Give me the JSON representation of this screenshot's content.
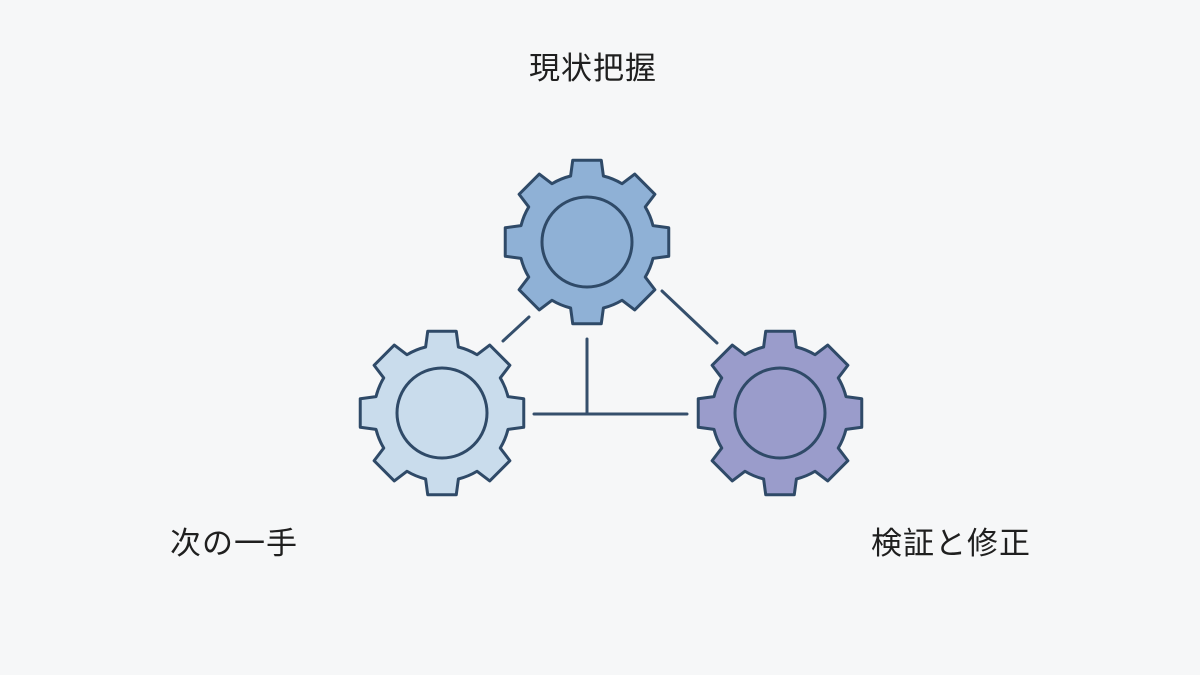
{
  "labels": {
    "top": "現状把握",
    "left": "次の一手",
    "right": "検証と修正"
  },
  "colors": {
    "background": "#f6f7f8",
    "stroke": "#2f4a68",
    "connector": "#354f6c",
    "gear_top": "#8fb1d6",
    "gear_left": "#c9dcec",
    "gear_right": "#9a9ccb"
  },
  "icons": [
    "gear-icon",
    "gear-icon",
    "gear-icon"
  ]
}
